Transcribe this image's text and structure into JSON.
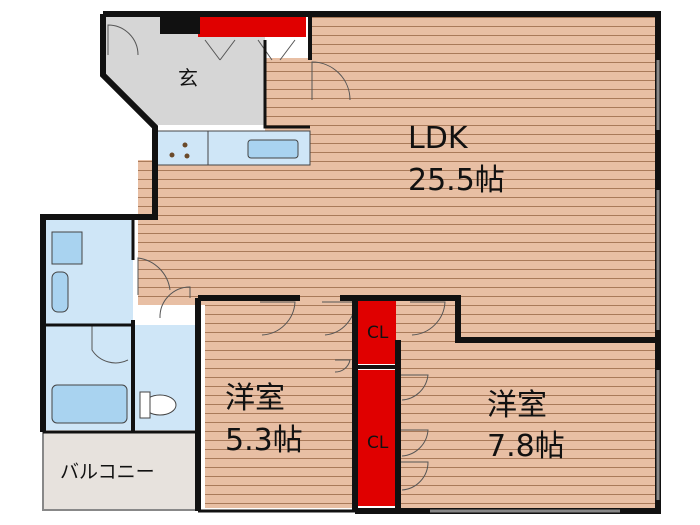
{
  "rooms": {
    "ldk": {
      "name": "LDK",
      "size": "25.5帖"
    },
    "entrance": {
      "name": "玄"
    },
    "bedroom1": {
      "name": "洋室",
      "size": "5.3帖"
    },
    "bedroom2": {
      "name": "洋室",
      "size": "7.8帖"
    },
    "balcony": {
      "name": "バルコニー"
    },
    "closet1": {
      "name": "CL"
    },
    "closet2": {
      "name": "CL"
    }
  },
  "colors": {
    "wall": "#111111",
    "floor": "#e8bfa4",
    "floor_line": "#a97a5a",
    "entrance": "#d6d6d6",
    "wet": "#cfe6f7",
    "fixture": "#a9d3f0",
    "closet": "#e00000",
    "balcony": "#e7e2dd"
  }
}
